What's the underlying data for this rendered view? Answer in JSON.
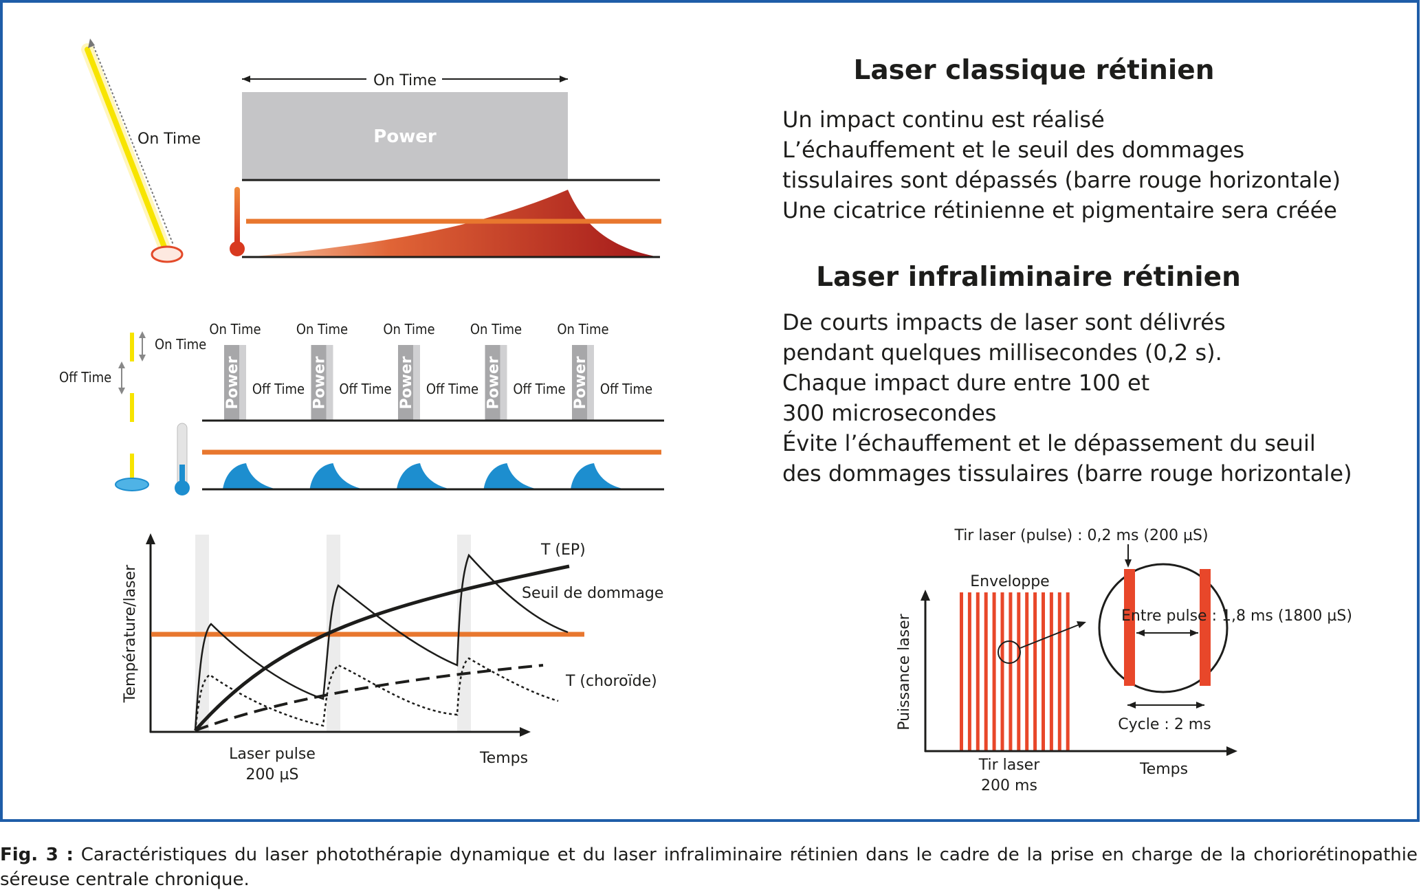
{
  "top_panel": {
    "on_time_beam": "On Time",
    "on_time_span": "On Time",
    "power": "Power"
  },
  "middle_panel": {
    "on_time_small": "On Time",
    "off_time_small": "Off Time",
    "on_time": "On Time",
    "off_time": "Off Time",
    "power": "Power",
    "pulse_count": 5
  },
  "bottom_left": {
    "ylabel": "Température/laser",
    "xlabel": "Temps",
    "pulse_label_1": "Laser pulse",
    "pulse_label_2": "200 µS",
    "t_ep": "T (EP)",
    "threshold": "Seuil de dommage",
    "t_choroid": "T (choroïde)"
  },
  "right_text": {
    "title1": "Laser classique rétinien",
    "lines1": [
      "Un impact continu est réalisé",
      "L’échauffement et le seuil des dommages",
      "tissulaires sont dépassés (barre rouge horizontale)",
      "Une cicatrice rétinienne et pigmentaire sera créée"
    ],
    "title2": "Laser infraliminaire rétinien",
    "lines2": [
      "De courts impacts de laser sont délivrés",
      "pendant quelques millisecondes (0,2 s).",
      "Chaque impact dure entre 100 et",
      "300 microsecondes",
      "Évite l’échauffement et le dépassement du seuil",
      "des dommages tissulaires (barre rouge horizontale)"
    ]
  },
  "bottom_right": {
    "pulse_label": "Tir laser (pulse) : 0,2 ms (200 µS)",
    "envelope": "Enveloppe",
    "between_pulse": "Entre pulse : 1,8 ms (1800 µS)",
    "cycle": "Cycle : 2 ms",
    "ylabel": "Puissance laser",
    "tir_laser_1": "Tir laser",
    "tir_laser_2": "200 ms",
    "xlabel": "Temps"
  },
  "caption": {
    "label": "Fig. 3 :",
    "text": "Caractéristiques du laser photothérapie dynamique et du laser infraliminaire rétinien dans le cadre de la prise en charge de la choriorétinopathie séreuse centrale chronique."
  },
  "colors": {
    "frame": "#1f5da8",
    "orange": "#e8772e",
    "red": "#a81c1c",
    "blue": "#1d8ecf",
    "yellow": "#f5e600",
    "grey": "#c5c5c7",
    "pulse_red": "#e8472a"
  }
}
